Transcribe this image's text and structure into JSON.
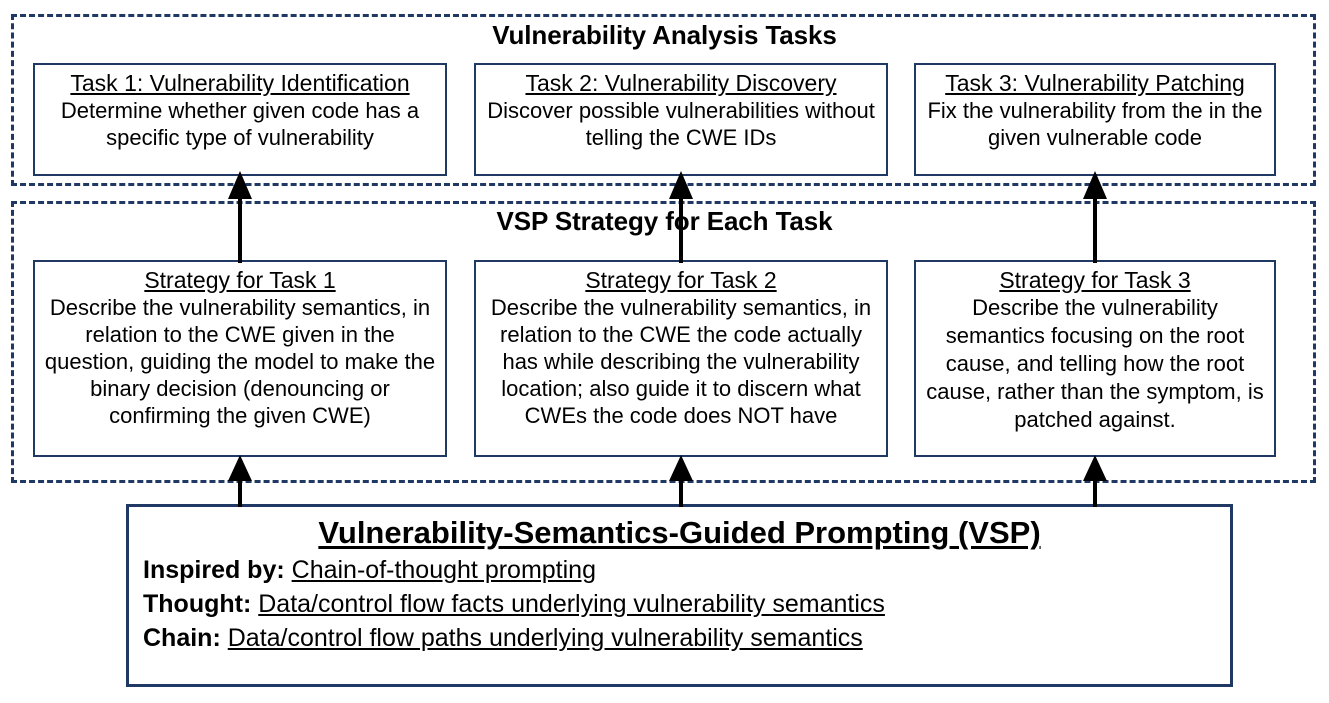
{
  "figure": {
    "groups": [
      {
        "id": "tasks",
        "title": "Vulnerability Analysis Tasks",
        "boxes": [
          {
            "title": "Task 1: Vulnerability Identification",
            "body": "Determine whether given code has a specific type of vulnerability"
          },
          {
            "title": "Task 2: Vulnerability Discovery",
            "body": "Discover possible vulnerabilities without telling the CWE IDs"
          },
          {
            "title": "Task 3: Vulnerability Patching",
            "body": "Fix the vulnerability from the  in the given vulnerable code"
          }
        ]
      },
      {
        "id": "strategies",
        "title": "VSP Strategy for Each Task",
        "boxes": [
          {
            "title": "Strategy for Task 1",
            "body": "Describe the vulnerability semantics, in relation to the CWE given in the question, guiding the model to make the binary decision (denouncing or confirming the given CWE)"
          },
          {
            "title": "Strategy for Task 2",
            "body": "Describe the vulnerability semantics, in relation to the CWE the code actually has while describing the vulnerability location; also guide it to discern what CWEs the code does NOT have"
          },
          {
            "title": "Strategy for Task 3",
            "body": "Describe the vulnerability semantics focusing on the root cause, and telling how the root cause, rather than the symptom, is patched against."
          }
        ]
      }
    ],
    "vsp": {
      "title": "Vulnerability-Semantics-Guided Prompting (VSP)",
      "lines": [
        {
          "label": "Inspired by:",
          "value": "Chain-of-thought prompting"
        },
        {
          "label": "Thought:",
          "value": "Data/control flow facts underlying vulnerability semantics"
        },
        {
          "label": "Chain:",
          "value": "Data/control flow paths underlying vulnerability semantics"
        }
      ]
    },
    "arrows": [
      {
        "name": "arrow-strategy1-to-task1"
      },
      {
        "name": "arrow-strategy2-to-task2"
      },
      {
        "name": "arrow-strategy3-to-task3"
      },
      {
        "name": "arrow-vsp-to-strategy1"
      },
      {
        "name": "arrow-vsp-to-strategy2"
      },
      {
        "name": "arrow-vsp-to-strategy3"
      }
    ],
    "colors": {
      "border": "#1F3864",
      "text": "#000000",
      "background": "#FFFFFF"
    }
  }
}
